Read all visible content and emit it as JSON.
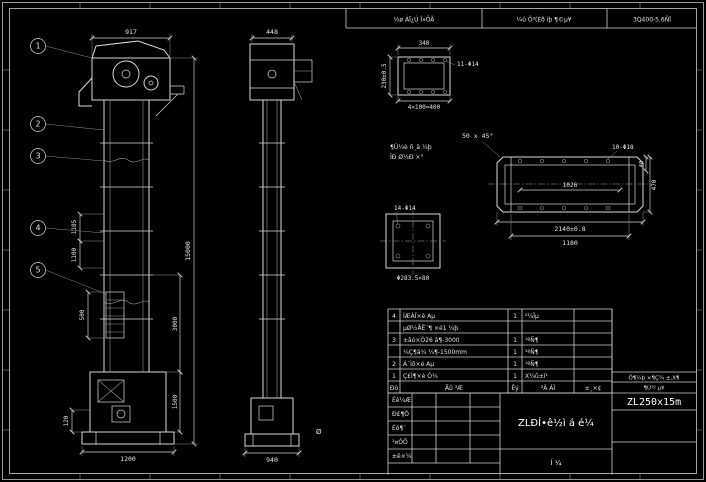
{
  "header_strip": {
    "cell1": "½ø ÁÏ¿Ú Î»ÖÃ",
    "cell2": "¼û Õ³(Èð ìþ ¶©µ¥",
    "cell3": "3Q400-5.6ÑÏ"
  },
  "front_view": {
    "balloons": [
      "1",
      "2",
      "3",
      "4",
      "5"
    ],
    "dim_top": "917",
    "dim_overall": "15000",
    "dim_seg_upper": "3000",
    "dim_seg_lower": "1500",
    "dim_b1": "1105",
    "dim_b2": "1100",
    "dim_bucket": "500",
    "dim_base_h": "120",
    "dim_base_w": "1200"
  },
  "side_view": {
    "dim_top": "448",
    "dim_base": "940"
  },
  "channel_detail": {
    "dim_width": "340",
    "dim_height": "230±0.5",
    "holes": "11-Φ14",
    "dim_pitch": "4×100=400"
  },
  "chamfer_note": "50 x 45°",
  "detail_label": {
    "line1": "¶Ù¼è ñ¸ä ¼þ",
    "line2": "ÎÐ Ø¼Ð ×°"
  },
  "long_part": {
    "holes": "10-Φ18",
    "dim_inner": "1026",
    "dim_len": "2140±0.8",
    "dim_len2": "1180",
    "dim_h": "470",
    "dim_h2": "40"
  },
  "flange_detail": {
    "holes": "14-Φ14",
    "note": "Φ283.5×80"
  },
  "parts_table": {
    "rows": [
      {
        "no": "4",
        "name": "ÍÆÁÏ×é Aµ",
        "qty": "1",
        "mat": "²¼Ïµ",
        "rem": ""
      },
      {
        "no": "",
        "name": "µØ½ÅË¨¶ ×é1 ¼þ",
        "qty": "",
        "mat": "",
        "rem": ""
      },
      {
        "no": "3",
        "name": "±âò×Ó26 á¶-3000",
        "qty": "1",
        "mat": "¹ºÑ¶",
        "rem": ""
      },
      {
        "no": "",
        "name": "¼Ç¶á¾ ¼¶-1500mm",
        "qty": "1",
        "mat": "¹ºÑ¶",
        "rem": ""
      },
      {
        "no": "2",
        "name": "Á´Ìõ×é Aµ",
        "qty": "1",
        "mat": "¹ºÑ¶",
        "rem": ""
      },
      {
        "no": "1",
        "name": "Ç£Ì¶×é Ó¼",
        "qty": "1",
        "mat": "X¼û±í¹",
        "rem": ""
      }
    ],
    "header": {
      "no": "Ðò",
      "name": "Ãû ³Æ",
      "qty": "Êý",
      "mat": "²Ä ÁÏ",
      "rem": "±¸×¢"
    }
  },
  "title_block": {
    "left_rows": [
      "Éè¼Æ",
      "Ð£¶Ô",
      "Éó¶¨",
      "¹¤ÒÕ",
      "±ê×¼"
    ],
    "title_main": "ZLÐÍ•ê½ì á é¼",
    "subtitle": "Í ¼",
    "right_top1": "Ö¶¼þ ×¶Ç¼ ±,X¶",
    "right_top2": "¶Ù¹º µ¥",
    "model": "ZL250x15m"
  },
  "stray_mark": "Ø"
}
